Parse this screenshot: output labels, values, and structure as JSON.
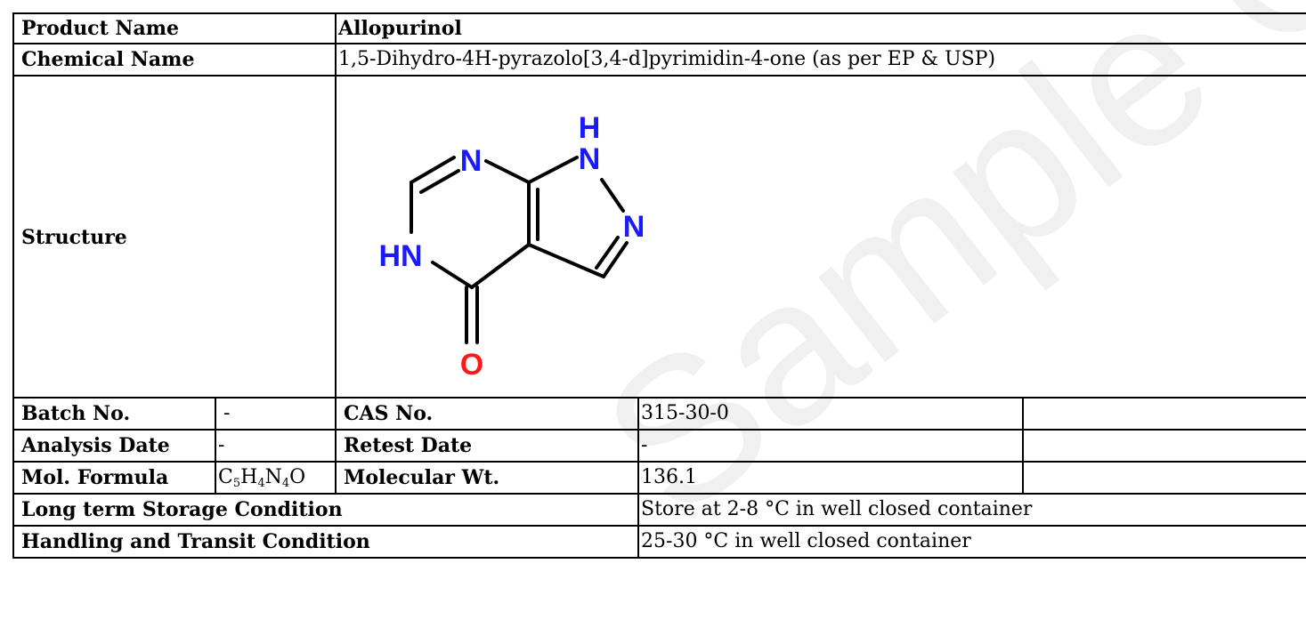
{
  "watermark": {
    "text": "Sample COA",
    "color": "#f0f0f0"
  },
  "product": {
    "label": "Product Name",
    "value": "Allopurinol"
  },
  "chemical": {
    "label": "Chemical Name",
    "value": "1,5-Dihydro-4H-pyrazolo[3,4-d]pyrimidin-4-one (as per EP & USP)"
  },
  "structure": {
    "label": "Structure",
    "atoms": {
      "n_top": "N",
      "nh_h": "H",
      "nh_n": "N",
      "n_right": "N",
      "hn": "HN",
      "o": "O"
    },
    "colors": {
      "nitrogen": "#1a1aff",
      "oxygen": "#ff1a1a",
      "bond": "#000000"
    }
  },
  "batch": {
    "label": "Batch No.",
    "value": "-"
  },
  "cas": {
    "label": "CAS No.",
    "value": "315-30-0"
  },
  "analysis": {
    "label": "Analysis Date",
    "value": "-"
  },
  "retest": {
    "label": "Retest Date",
    "value": "-"
  },
  "formula": {
    "label": "Mol. Formula",
    "parts": [
      "C",
      "5",
      "H",
      "4",
      "N",
      "4",
      "O"
    ]
  },
  "molwt": {
    "label": "Molecular Wt.",
    "value": "136.1"
  },
  "storage": {
    "label": "Long term Storage Condition",
    "value": "Store at 2-8 °C in well closed container"
  },
  "handling": {
    "label": "Handling and Transit Condition",
    "value": "25-30 °C in well closed container"
  }
}
